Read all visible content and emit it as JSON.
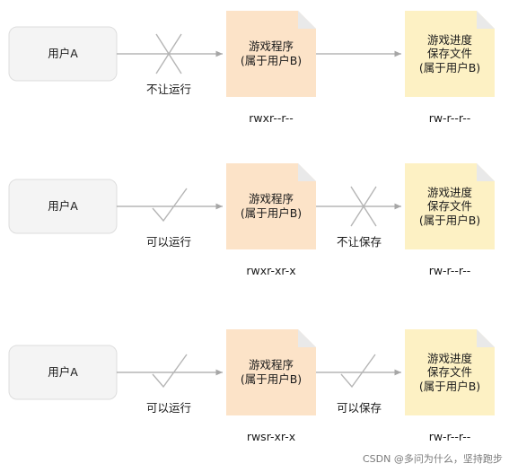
{
  "rows": [
    {
      "user": "用户A",
      "action": "不让运行",
      "action_ok": false,
      "program": "游戏程序\n(属于用户B)",
      "program_perm": "rwxr--r--",
      "save_action": "",
      "save_ok": true,
      "save_file": "游戏进度\n保存文件\n(属于用户B)",
      "save_perm": "rw-r--r--"
    },
    {
      "user": "用户A",
      "action": "可以运行",
      "action_ok": true,
      "program": "游戏程序\n(属于用户B)",
      "program_perm": "rwxr-xr-x",
      "save_action": "不让保存",
      "save_ok": false,
      "save_file": "游戏进度\n保存文件\n(属于用户B)",
      "save_perm": "rw-r--r--"
    },
    {
      "user": "用户A",
      "action": "可以运行",
      "action_ok": true,
      "program": "游戏程序\n(属于用户B)",
      "program_perm": "rwsr-xr-x",
      "save_action": "可以保存",
      "save_ok": true,
      "save_file": "游戏进度\n保存文件\n(属于用户B)",
      "save_perm": "rw-r--r--"
    }
  ],
  "watermark": "CSDN @多问为什么，坚持跑步",
  "colors": {
    "user_fill": "#f4f4f4",
    "user_stroke": "#dddddd",
    "program_fill": "#fce3c8",
    "save_fill": "#fdf1c4",
    "fold_fill": "#e9e9e9",
    "line": "#a6a6a6",
    "mark": "#b5b5b5"
  }
}
